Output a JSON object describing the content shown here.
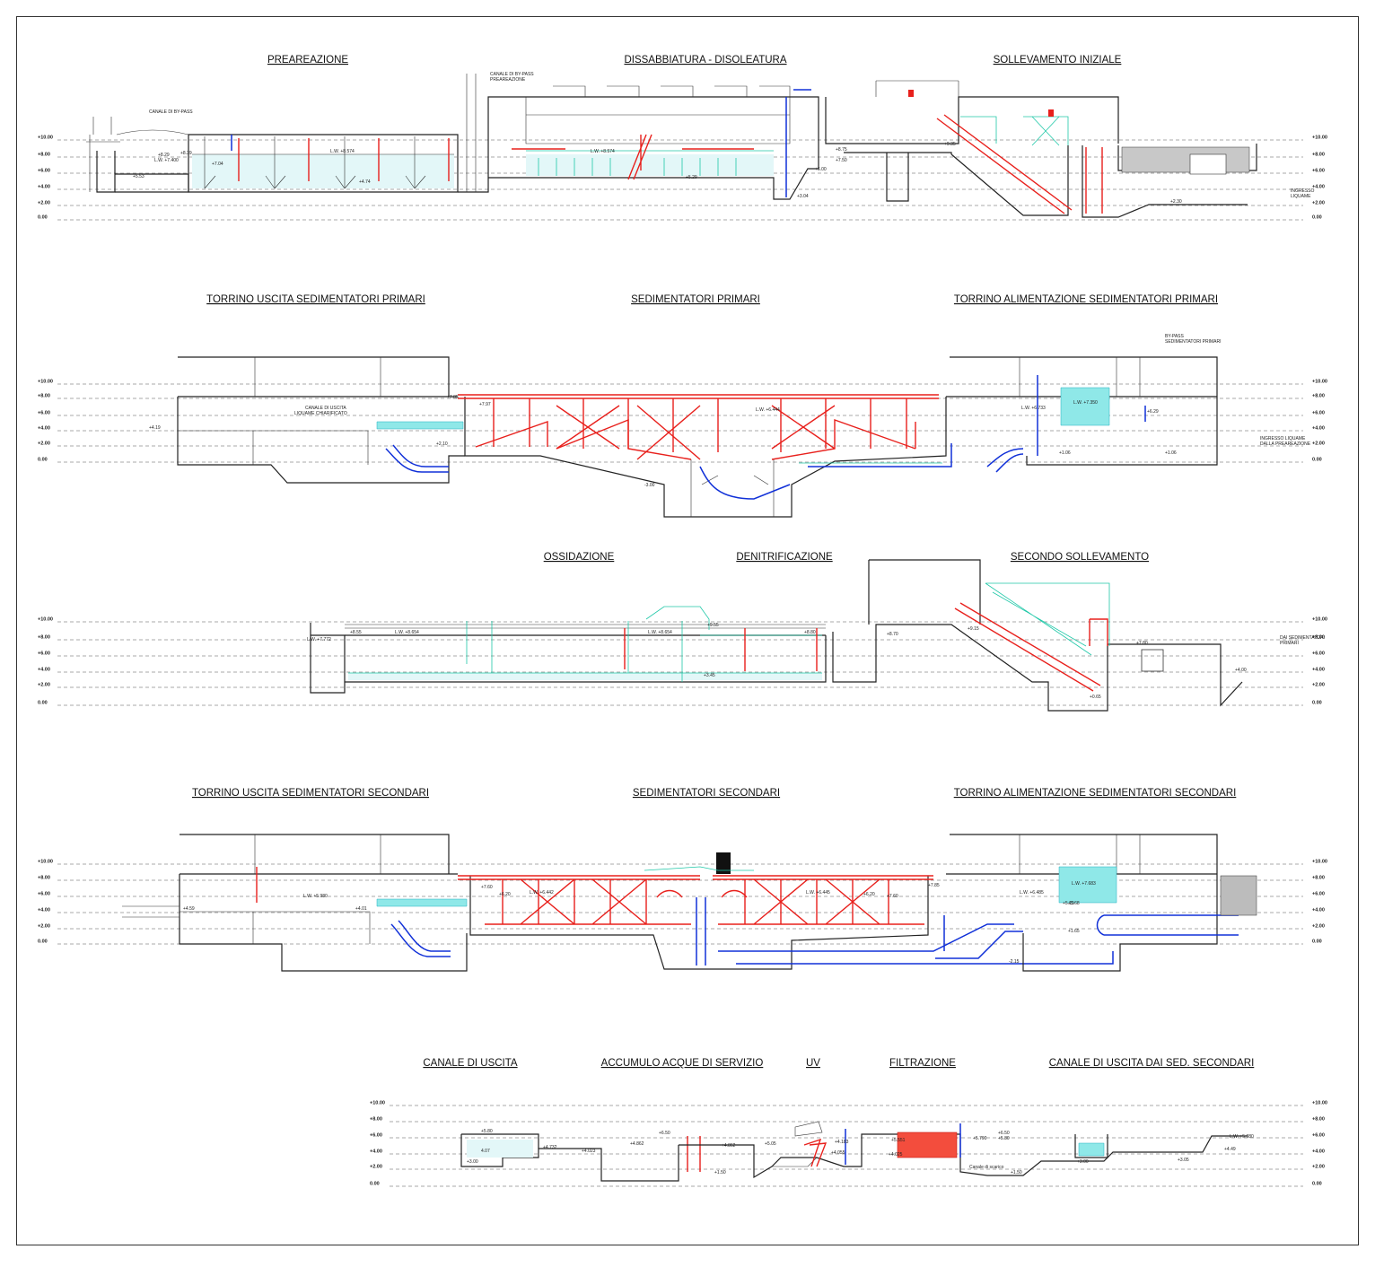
{
  "sections": [
    {
      "id": "s1",
      "titles": [
        "PREAREAZIONE",
        "DISSABBIATURA - DISOLEATURA",
        "SOLLEVAMENTO INIZIALE"
      ],
      "levels": [
        "+10.00",
        "+8.00",
        "+6.00",
        "+4.00",
        "+2.00",
        "0.00"
      ],
      "annotations": [
        "CANALE DI BY-PASS",
        "CANALE DI BY-PASS",
        "PREAREAZIONE",
        "+5.53",
        "+8.29",
        "+8.39",
        "L.W. +7.400",
        "+7.04",
        "L.W. +8.574",
        "+4.74",
        "L.W. +8.574",
        "+5.29",
        "+3.04",
        "+8.75",
        "+7.50",
        "+6.00",
        "+9.35",
        "INGRESSO",
        "LIQUAME",
        "+2.30"
      ]
    },
    {
      "id": "s2",
      "titles": [
        "TORRINO USCITA SEDIMENTATORI PRIMARI",
        "SEDIMENTATORI PRIMARI",
        "TORRINO ALIMENTAZIONE SEDIMENTATORI PRIMARI"
      ],
      "levels": [
        "+10.00",
        "+8.00",
        "+6.00",
        "+4.00",
        "+2.00",
        "0.00"
      ],
      "annotations": [
        "CANALE DI USCITA",
        "LIQUAME CHIARIFICATO",
        "+4.19",
        "+7.85",
        "+7.97",
        "+2.10",
        "L.W. +6.444",
        "-3.00",
        "BY-PASS",
        "SEDIMENTATORI PRIMARI",
        "L.W. +6.733",
        "L.W. +7.350",
        "+6.29",
        "+1.06",
        "+1.06",
        "INGRESSO LIQUAME",
        "DALLA PREAREAZIONE"
      ]
    },
    {
      "id": "s3",
      "titles": [
        "OSSIDAZIONE",
        "DENITRIFICAZIONE",
        "SECONDO SOLLEVAMENTO"
      ],
      "levels": [
        "+10.00",
        "+8.00",
        "+6.00",
        "+4.00",
        "+2.00",
        "0.00"
      ],
      "annotations": [
        "L.W. +7.772",
        "+8.55",
        "L.W. +8.654",
        "L.W. +8.654",
        "+9.55",
        "+8.80",
        "+3.45",
        "+8.70",
        "+9.15",
        "+0.65",
        "+7.80",
        "+4.00",
        "DAI SEDIMENTATORI",
        "PRIMARI"
      ]
    },
    {
      "id": "s4",
      "titles": [
        "TORRINO USCITA SEDIMENTATORI SECONDARI",
        "SEDIMENTATORI SECONDARI",
        "TORRINO ALIMENTAZIONE SEDIMENTATORI SECONDARI"
      ],
      "levels": [
        "+10.00",
        "+8.00",
        "+6.00",
        "+4.00",
        "+2.00",
        "0.00"
      ],
      "annotations": [
        "+4.59",
        "L.W. +5.980",
        "+4.01",
        "+7.60",
        "+6.20",
        "L.W. +6.442",
        "L.W. +6.445",
        "+6.20",
        "+7.60",
        "+7.85",
        "-2.15",
        "L.W. +6.485",
        "L.W. +7.683",
        "+5.68",
        "+5.19",
        "+1.65"
      ]
    },
    {
      "id": "s5",
      "titles": [
        "CANALE DI USCITA",
        "ACCUMULO ACQUE DI SERVIZIO",
        "UV",
        "FILTRAZIONE",
        "CANALE DI USCITA DAI SED. SECONDARI"
      ],
      "levels": [
        "+10.00",
        "+8.00",
        "+6.00",
        "+4.00",
        "+2.00",
        "0.00"
      ],
      "annotations": [
        "+5.80",
        "4.07",
        "+3.00",
        "+4.732",
        "+4.023",
        "+4.862",
        "+6.50",
        "+4.862",
        "+1.50",
        "+5.05",
        "+4.183",
        "+4.055",
        "+5.551",
        "+4.025",
        "+5.790",
        "+6.50",
        "+5.80",
        "Canale di scarico",
        "+1.50",
        "+3.00",
        "+3.05",
        "+4.49",
        "L.W. +5.980"
      ]
    }
  ]
}
